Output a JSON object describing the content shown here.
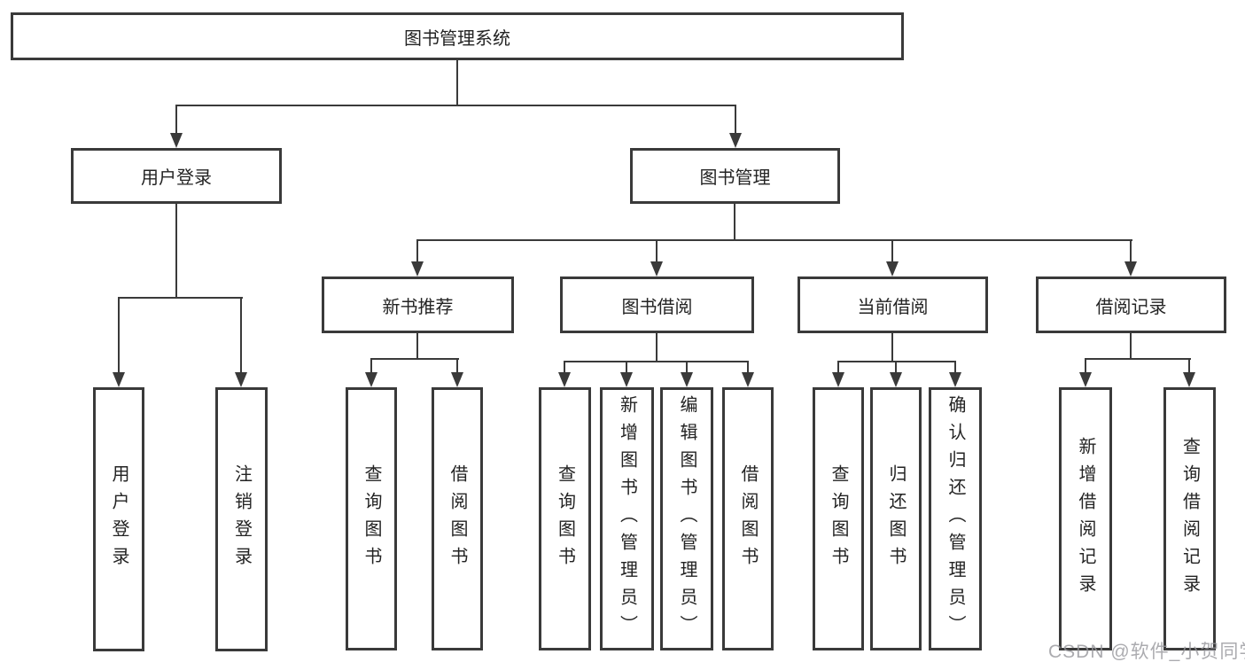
{
  "colors": {
    "line": "#3a3a3a",
    "box_border": "#3a3a3a",
    "box_fill": "#ffffff",
    "text": "#232323",
    "watermark": "#9b9b9f",
    "background": "#ffffff"
  },
  "watermark": "CSDN @软件_小贺同学",
  "tree": {
    "root": "图书管理系统",
    "branches": [
      {
        "label": "用户登录",
        "leaves": [
          "用户登录",
          "注销登录"
        ]
      },
      {
        "label": "图书管理",
        "groups": [
          {
            "label": "新书推荐",
            "leaves": [
              "查询图书",
              "借阅图书"
            ]
          },
          {
            "label": "图书借阅",
            "leaves": [
              "查询图书",
              "新增图书（管理员）",
              "编辑图书（管理员）",
              "借阅图书"
            ]
          },
          {
            "label": "当前借阅",
            "leaves": [
              "查询图书",
              "归还图书",
              "确认归还（管理员）"
            ]
          },
          {
            "label": "借阅记录",
            "leaves": [
              "新增借阅记录",
              "查询借阅记录"
            ]
          }
        ]
      }
    ]
  }
}
